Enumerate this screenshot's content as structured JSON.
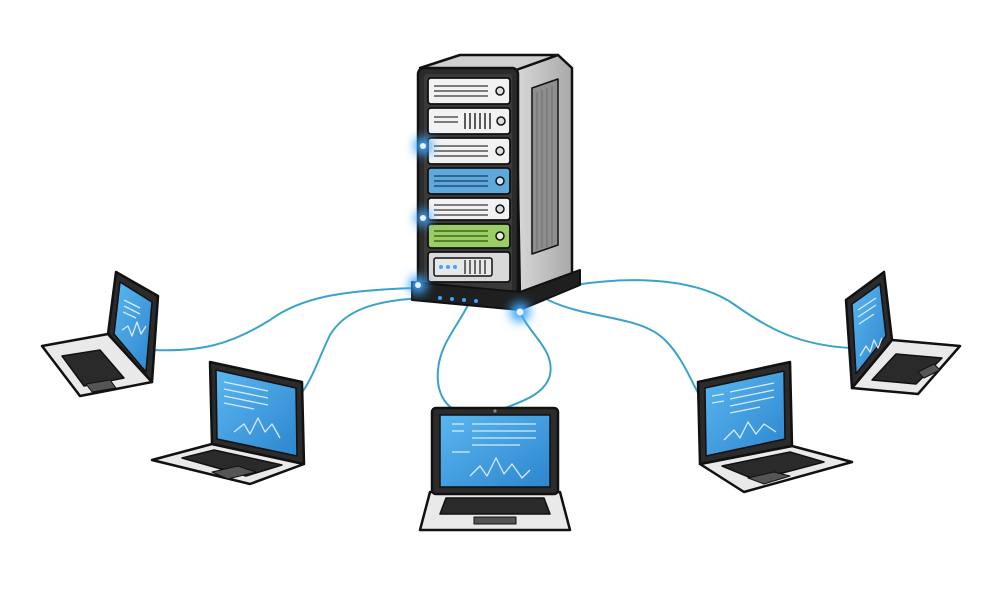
{
  "diagram": {
    "type": "client-server-network",
    "server": {
      "icon": "server-rack-icon",
      "bays": [
        {
          "kind": "drive-bay",
          "color": "#f2f2f2"
        },
        {
          "kind": "vent-bay",
          "color": "#f2f2f2"
        },
        {
          "kind": "drive-bay",
          "color": "#f2f2f2"
        },
        {
          "kind": "drive-bay",
          "color": "#5fa8dc"
        },
        {
          "kind": "drive-bay",
          "color": "#f2f2f2"
        },
        {
          "kind": "drive-bay",
          "color": "#9ccc65"
        },
        {
          "kind": "status-bay",
          "color": "#d9d9d9"
        }
      ],
      "glow_color": "#3da5ff"
    },
    "clients": [
      {
        "icon": "laptop-icon",
        "facing": "right"
      },
      {
        "icon": "laptop-icon",
        "facing": "front-left"
      },
      {
        "icon": "laptop-icon",
        "facing": "front"
      },
      {
        "icon": "laptop-icon",
        "facing": "front-right"
      },
      {
        "icon": "laptop-icon",
        "facing": "left"
      }
    ],
    "connections": 6,
    "colors": {
      "cable": "#3aa3c9",
      "screen": "#3a9ee0",
      "outline": "#111111",
      "body": "#e9e9e9"
    }
  }
}
